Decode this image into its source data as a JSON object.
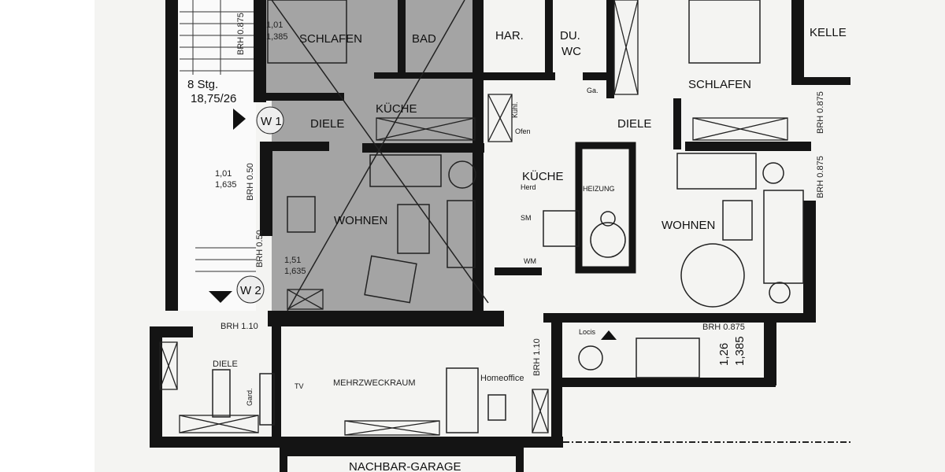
{
  "rooms": {
    "left_unit": {
      "schlafen": "SCHLAFEN",
      "bad": "BAD",
      "kueche": "KÜCHE",
      "diele": "DIELE",
      "wohnen": "WOHNEN"
    },
    "right_unit": {
      "har": "HAR.",
      "du": "DU.",
      "wc": "WC",
      "kueche": "KÜCHE",
      "diele": "DIELE",
      "schlafen": "SCHLAFEN",
      "heizung": "HEIZUNG",
      "wohnen": "WOHNEN",
      "keller": "KELLE"
    },
    "lower": {
      "diele": "DIELE",
      "mehrzweckraum": "MEHRZWECKRAUM",
      "homeoffice": "Homeoffice",
      "garage": "NACHBAR-GARAGE"
    }
  },
  "stairs": {
    "steps": "8 Stg.",
    "rise_run": "18,75/26",
    "w1": "W 1",
    "w2": "W 2"
  },
  "annotations": {
    "brh_0875_top_left": "BRH 0.875",
    "win1_w": "1,01",
    "win1_h": "1,385",
    "win2_brh": "BRH 0.50",
    "win2_w": "1,01",
    "win2_h": "1,635",
    "win3_brh": "BRH 0.50",
    "win3_w": "1,51",
    "win3_h": "1,635",
    "brh_110_left": "BRH 1.10",
    "brh_110_mid": "BRH 1.10",
    "brh_0875_right_1": "BRH 0.875",
    "brh_0875_right_2": "BRH 0.875",
    "brh_0875_bottom": "BRH 0.875",
    "win_bottom_w": "1,26",
    "win_bottom_h": "1,385",
    "kuehl": "Kühl.",
    "ofen": "Ofen",
    "herd": "Herd",
    "sm": "SM",
    "wm": "WM",
    "ga": "Ga.",
    "locis": "Locis",
    "tv": "TV",
    "gard": "Gard."
  },
  "colors": {
    "wall": "#141414",
    "shaded_unit": "#a4a4a4",
    "paper": "#f4f4f2"
  }
}
